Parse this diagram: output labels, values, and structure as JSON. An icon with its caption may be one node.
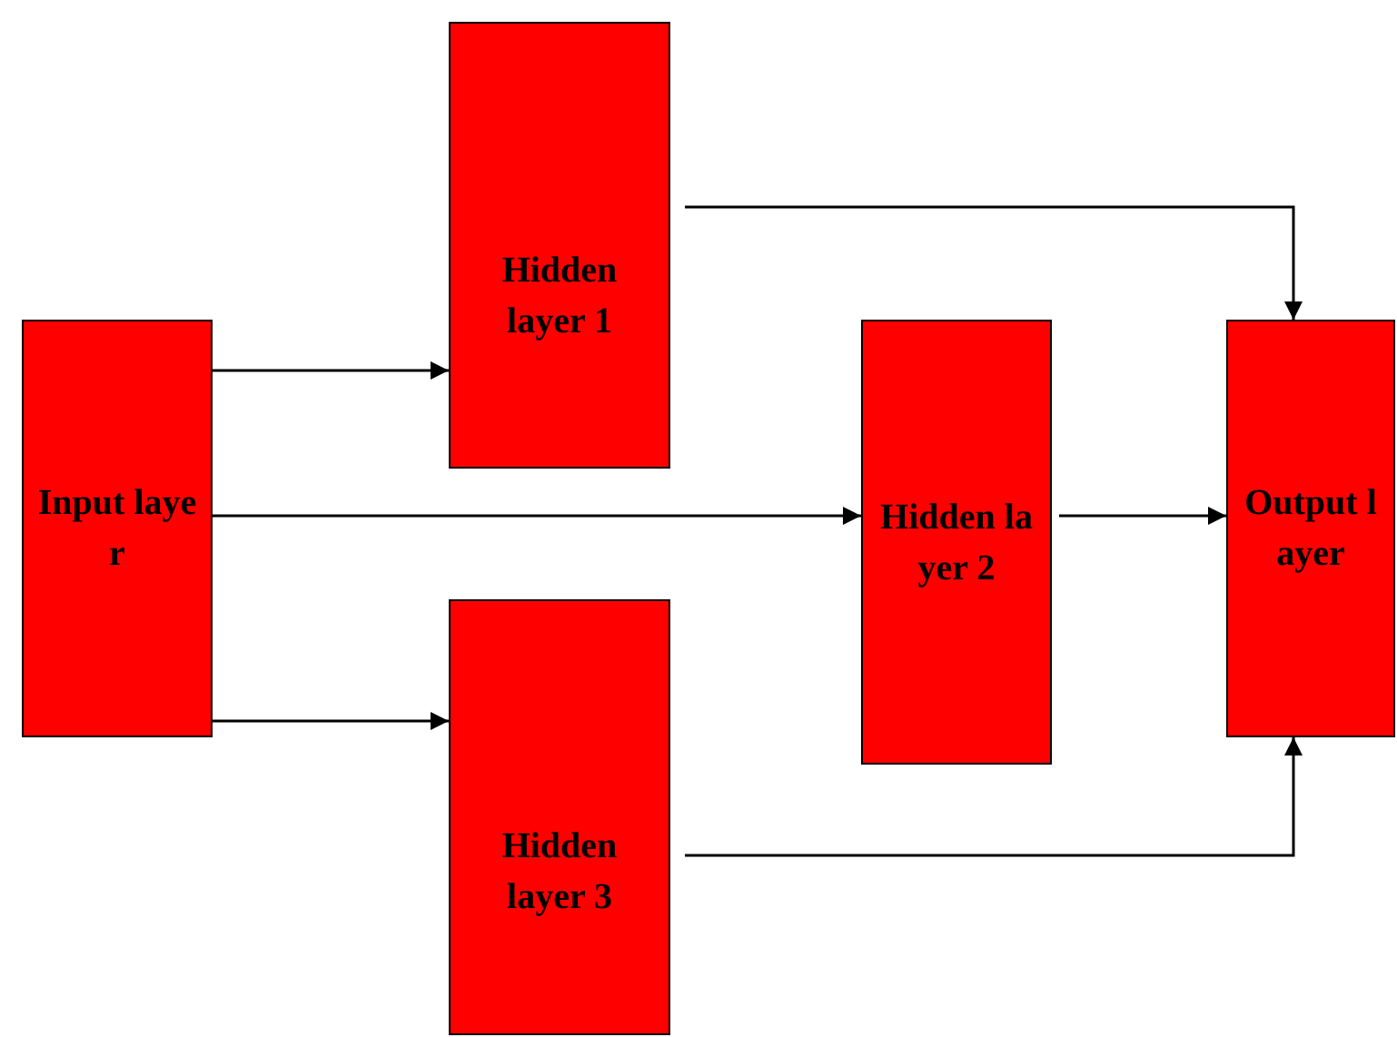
{
  "diagram": {
    "nodes": [
      {
        "text": [
          "Hidden layer 1"
        ]
      },
      {
        "text": [
          "Input layer"
        ]
      },
      {
        "text": [
          "Hidden layer 2"
        ]
      },
      {
        "text": [
          "Output layer"
        ]
      },
      {
        "text": [
          "Hidden layer 3"
        ]
      }
    ],
    "edges": [
      {
        "from": 1,
        "to": 0,
        "arrow": "to"
      },
      {
        "from": 1,
        "to": 2,
        "arrow": "to"
      },
      {
        "from": 1,
        "to": 4,
        "arrow": "to"
      },
      {
        "from": 0,
        "to": 3,
        "arrow": "to"
      },
      {
        "from": 2,
        "to": 3,
        "arrow": "to"
      },
      {
        "from": 4,
        "to": 3,
        "arrow": "to"
      }
    ]
  }
}
